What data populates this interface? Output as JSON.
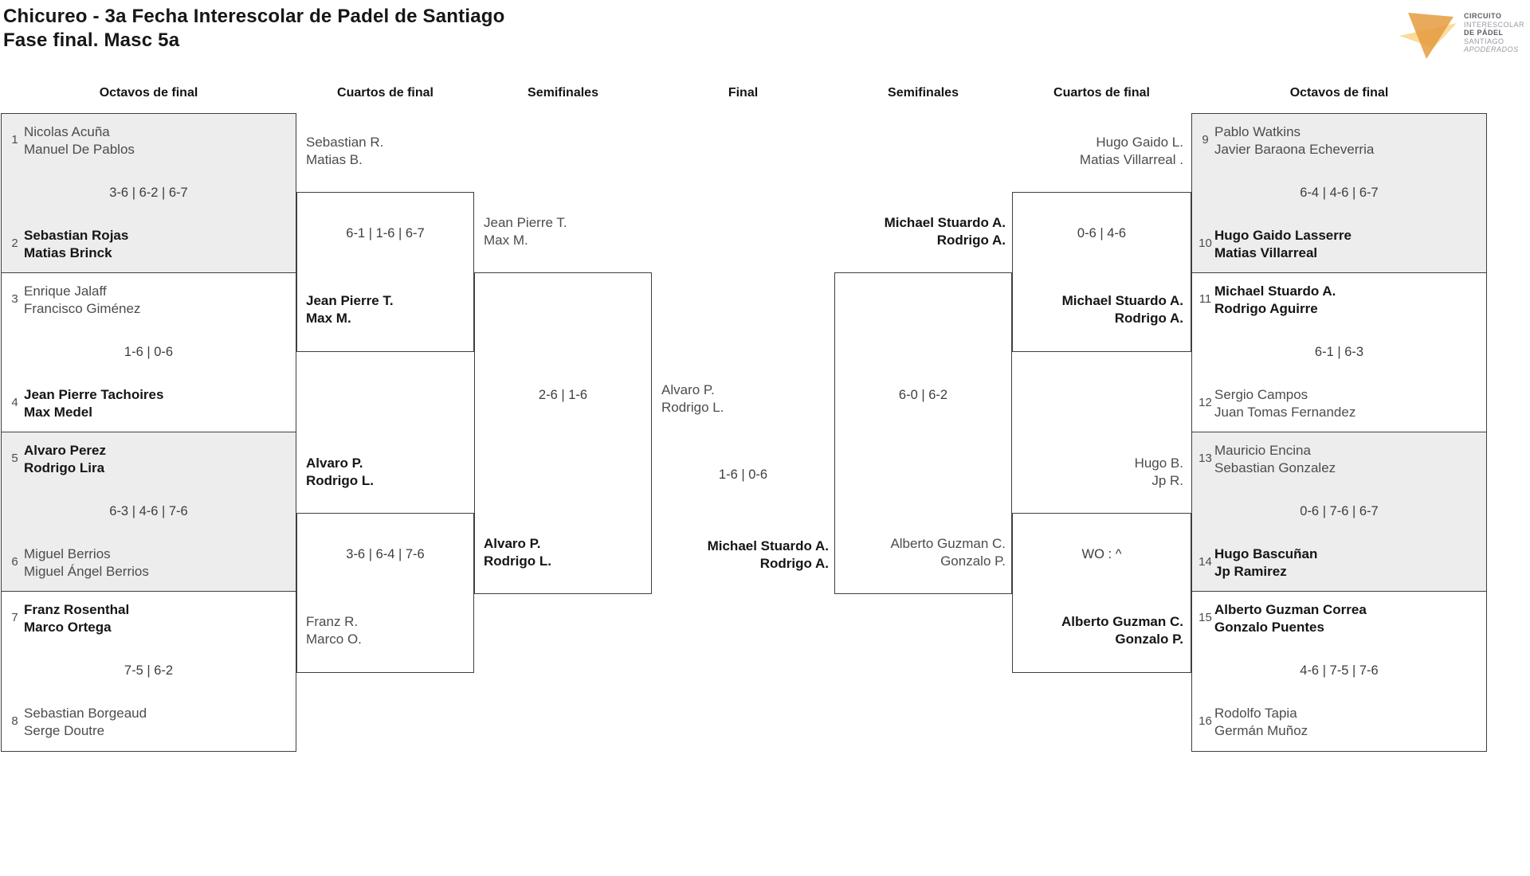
{
  "title": {
    "line1": "Chicureo - 3a Fecha Interescolar de Padel de Santiago",
    "line2": "Fase final. Masc 5a"
  },
  "logo": {
    "line1": "CIRCUITO",
    "line2": "INTERESCOLAR",
    "line3": "DE PÁDEL",
    "line4": "SANTIAGO",
    "line5": "APODERADOS"
  },
  "headers": {
    "r16_left": "Octavos de final",
    "qf_left": "Cuartos de final",
    "sf_left": "Semifinales",
    "final": "Final",
    "sf_right": "Semifinales",
    "qf_right": "Cuartos de final",
    "r16_right": "Octavos de final"
  },
  "r16_left": [
    {
      "seed_top": "1",
      "top1": "Nicolas Acuña",
      "top2": "Manuel De Pablos",
      "score": "3-6 | 6-2 | 6-7",
      "seed_bottom": "2",
      "bottom1": "Sebastian Rojas",
      "bottom2": "Matias Brinck"
    },
    {
      "seed_top": "3",
      "top1": "Enrique Jalaff",
      "top2": "Francisco Giménez",
      "score": "1-6 | 0-6",
      "seed_bottom": "4",
      "bottom1": "Jean Pierre Tachoires",
      "bottom2": "Max Medel"
    },
    {
      "seed_top": "5",
      "top1": "Alvaro Perez",
      "top2": "Rodrigo Lira",
      "score": "6-3 | 4-6 | 7-6",
      "seed_bottom": "6",
      "bottom1": "Miguel Berrios",
      "bottom2": "Miguel Ángel Berrios"
    },
    {
      "seed_top": "7",
      "top1": "Franz Rosenthal",
      "top2": "Marco Ortega",
      "score": "7-5 | 6-2",
      "seed_bottom": "8",
      "bottom1": "Sebastian Borgeaud",
      "bottom2": "Serge Doutre"
    }
  ],
  "r16_right": [
    {
      "seed_top": "9",
      "top1": "Pablo Watkins",
      "top2": "Javier Baraona Echeverria",
      "score": "6-4 | 4-6 | 6-7",
      "seed_bottom": "10",
      "bottom1": "Hugo Gaido Lasserre",
      "bottom2": "Matias Villarreal"
    },
    {
      "seed_top": "11",
      "top1": "Michael Stuardo A.",
      "top2": "Rodrigo Aguirre",
      "score": "6-1 | 6-3",
      "seed_bottom": "12",
      "bottom1": "Sergio Campos",
      "bottom2": "Juan Tomas Fernandez"
    },
    {
      "seed_top": "13",
      "top1": "Mauricio Encina",
      "top2": "Sebastian Gonzalez",
      "score": "0-6 | 7-6 | 6-7",
      "seed_bottom": "14",
      "bottom1": "Hugo Bascuñan",
      "bottom2": "Jp Ramirez"
    },
    {
      "seed_top": "15",
      "top1": "Alberto Guzman Correa",
      "top2": "Gonzalo Puentes",
      "score": "4-6 | 7-5 | 7-6",
      "seed_bottom": "16",
      "bottom1": "Rodolfo Tapia",
      "bottom2": "Germán Muñoz"
    }
  ],
  "qf_left": [
    {
      "top1": "Sebastian R.",
      "top2": "Matias B.",
      "score": "6-1 | 1-6 | 6-7",
      "bottom1": "Jean Pierre T.",
      "bottom2": "Max M."
    },
    {
      "top1": "Alvaro P.",
      "top2": "Rodrigo L.",
      "score": "3-6 | 6-4 | 7-6",
      "bottom1": "Franz R.",
      "bottom2": "Marco O."
    }
  ],
  "qf_right": [
    {
      "top1": "Hugo Gaido L.",
      "top2": "Matias Villarreal .",
      "score": "0-6 | 4-6",
      "bottom1": "Michael Stuardo A.",
      "bottom2": "Rodrigo A."
    },
    {
      "top1": "Hugo B.",
      "top2": "Jp R.",
      "score": "WO : ^",
      "bottom1": "Alberto Guzman C.",
      "bottom2": "Gonzalo P."
    }
  ],
  "sf_left": {
    "top1": "Jean Pierre T.",
    "top2": "Max M.",
    "score": "2-6 | 1-6",
    "bottom1": "Alvaro P.",
    "bottom2": "Rodrigo L."
  },
  "sf_right": {
    "top1": "Michael Stuardo A.",
    "top2": "Rodrigo A.",
    "score": "6-0 | 6-2",
    "bottom1": "Alberto Guzman C.",
    "bottom2": "Gonzalo P."
  },
  "final": {
    "top1": "Alvaro P.",
    "top2": "Rodrigo L.",
    "score": "1-6 | 0-6",
    "bottom1": "Michael Stuardo A.",
    "bottom2": "Rodrigo A."
  },
  "colors": {
    "logo_dark_orange": "#e59b3f",
    "logo_light_yellow": "#f9dc9a",
    "shaded_row": "#ededed",
    "border": "#3f3f3f"
  }
}
